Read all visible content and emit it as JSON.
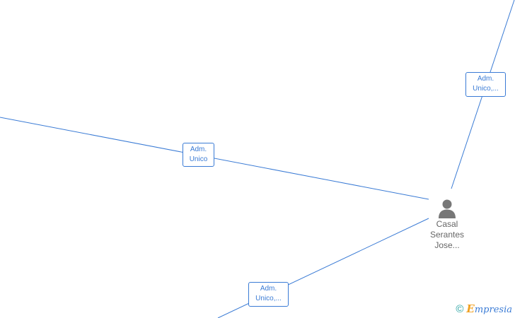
{
  "diagram": {
    "edges": [
      {
        "id": "e1",
        "label_line1": "Adm.",
        "label_line2": "Unico,..."
      },
      {
        "id": "e2",
        "label_line1": "Adm.",
        "label_line2": "Unico"
      },
      {
        "id": "e3",
        "label_line1": "Adm.",
        "label_line2": "Unico,..."
      }
    ],
    "person": {
      "name_line1": "Casal",
      "name_line2": "Serantes",
      "name_line3": "Jose...",
      "icon": "person-icon"
    }
  },
  "watermark": {
    "copyright_symbol": "©",
    "brand_initial": "E",
    "brand_rest": "mpresia"
  },
  "colors": {
    "edge": "#3a7bd5",
    "person_icon": "#777777",
    "person_text": "#666666",
    "copyright": "#2aa3a3",
    "brand_accent": "#f0a020"
  }
}
